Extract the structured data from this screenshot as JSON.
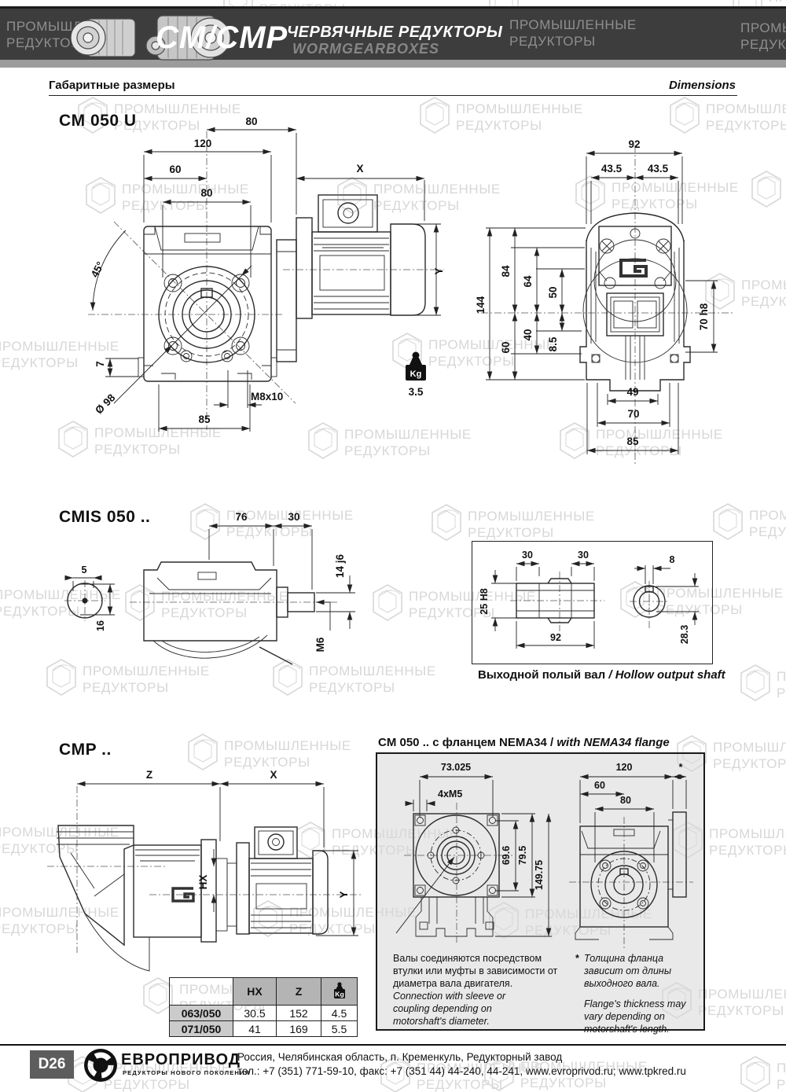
{
  "header": {
    "model": "CM/CMP",
    "title_ru": "ЧЕРВЯЧНЫЕ РЕДУКТОРЫ",
    "title_en": "WORMGEARBOXES"
  },
  "section": {
    "ru": "Габаритные размеры",
    "en": "Dimensions"
  },
  "watermark": {
    "l1": "ПРОМЫШЛЕННЫЕ",
    "l2": "РЕДУКТОРЫ"
  },
  "cm050u": {
    "title": "CM 050 U",
    "front": {
      "top80": "80",
      "w120": "120",
      "w60": "60",
      "bolt80": "80",
      "x": "X",
      "angle45": "45°",
      "d7": "7",
      "dia98": "Ø 98",
      "b85": "85",
      "m8": "M8x10"
    },
    "motor": {
      "y": "Y"
    },
    "weight": {
      "unit": "Kg",
      "value": "3.5"
    },
    "rear": {
      "w92": "92",
      "l435": "43.5",
      "r435": "43.5",
      "h144": "144",
      "h84": "84",
      "h64": "64",
      "h50": "50",
      "h60": "60",
      "h40": "40",
      "h85": "8.5",
      "bore": "70 h8",
      "b49": "49",
      "b70": "70",
      "b85": "85"
    }
  },
  "cmis": {
    "title": "CMIS 050 ..",
    "d76": "76",
    "d30": "30",
    "k5": "5",
    "k16": "16",
    "shaft": "14 j6",
    "tap": "M6"
  },
  "hollow": {
    "a30": "30",
    "b30": "30",
    "d8": "8",
    "bore": "25 H8",
    "len": "92",
    "h283": "28.3",
    "cap_ru": "Выходной полый вал",
    "cap_en": "/ Hollow output shaft"
  },
  "cmp": {
    "title": "CMP ..",
    "z": "Z",
    "x": "X",
    "hx": "HX",
    "y": "Y"
  },
  "nema": {
    "title_ru": "CM 050 .. с фланцем NEMA34 /",
    "title_en": "with NEMA34 flange",
    "d73": "73.025",
    "m5": "4xM5",
    "d696": "69.6",
    "d795": "79.5",
    "d150": "149.75",
    "d120": "120",
    "d60": "60",
    "d80": "80",
    "star": "*",
    "note_ru": "Валы соединяются посредством втулки или муфты в зависимости от диаметра вала двигателя.",
    "note_en": "Connection with sleeve or coupling depending on motorshaft's diameter.",
    "flag": "*",
    "flag_ru": "Толщина фланца зависит от длины выходного вала.",
    "flag_en": "Flange's thickness may vary depending on motorshaft's length."
  },
  "table": {
    "c_hx": "HX",
    "c_z": "Z",
    "c_kg": "Kg",
    "rows": [
      {
        "model": "063/050",
        "hx": "30.5",
        "z": "152",
        "kg": "4.5"
      },
      {
        "model": "071/050",
        "hx": "41",
        "z": "169",
        "kg": "5.5"
      }
    ]
  },
  "footer": {
    "page": "D26",
    "brand": "ЕВРОПРИВОД",
    "sub": "РЕДУКТОРЫ НОВОГО ПОКОЛЕНИЯ",
    "addr1": "Россия, Челябинская область, п. Кременкуль, Редукторный завод",
    "addr2": "тел.: +7 (351) 771-59-10, факс: +7 (351 44) 44-240, 44-241, www.evroprivod.ru; www.tpkred.ru"
  }
}
